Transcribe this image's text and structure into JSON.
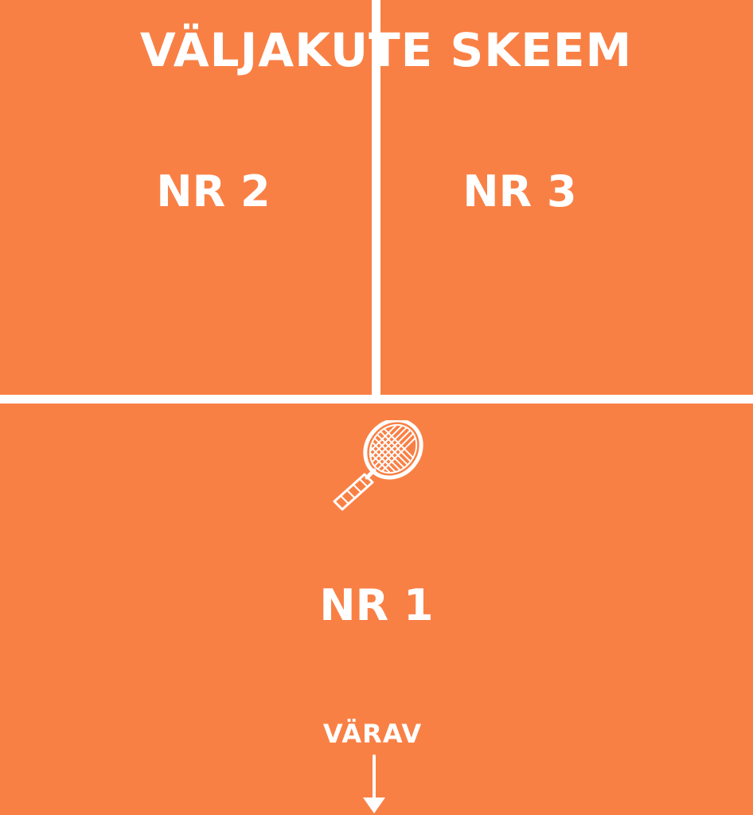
{
  "title": "VÄLJAKUTE SKEEM",
  "courts": [
    {
      "label": "NR 2"
    },
    {
      "label": "NR 3"
    },
    {
      "label": "NR 1"
    }
  ],
  "gate_label": "VÄRAV",
  "icons": {
    "racket": "tennis-racket-icon",
    "arrow": "arrow-down-icon"
  },
  "colors": {
    "background": "#f98045",
    "foreground": "#ffffff"
  }
}
